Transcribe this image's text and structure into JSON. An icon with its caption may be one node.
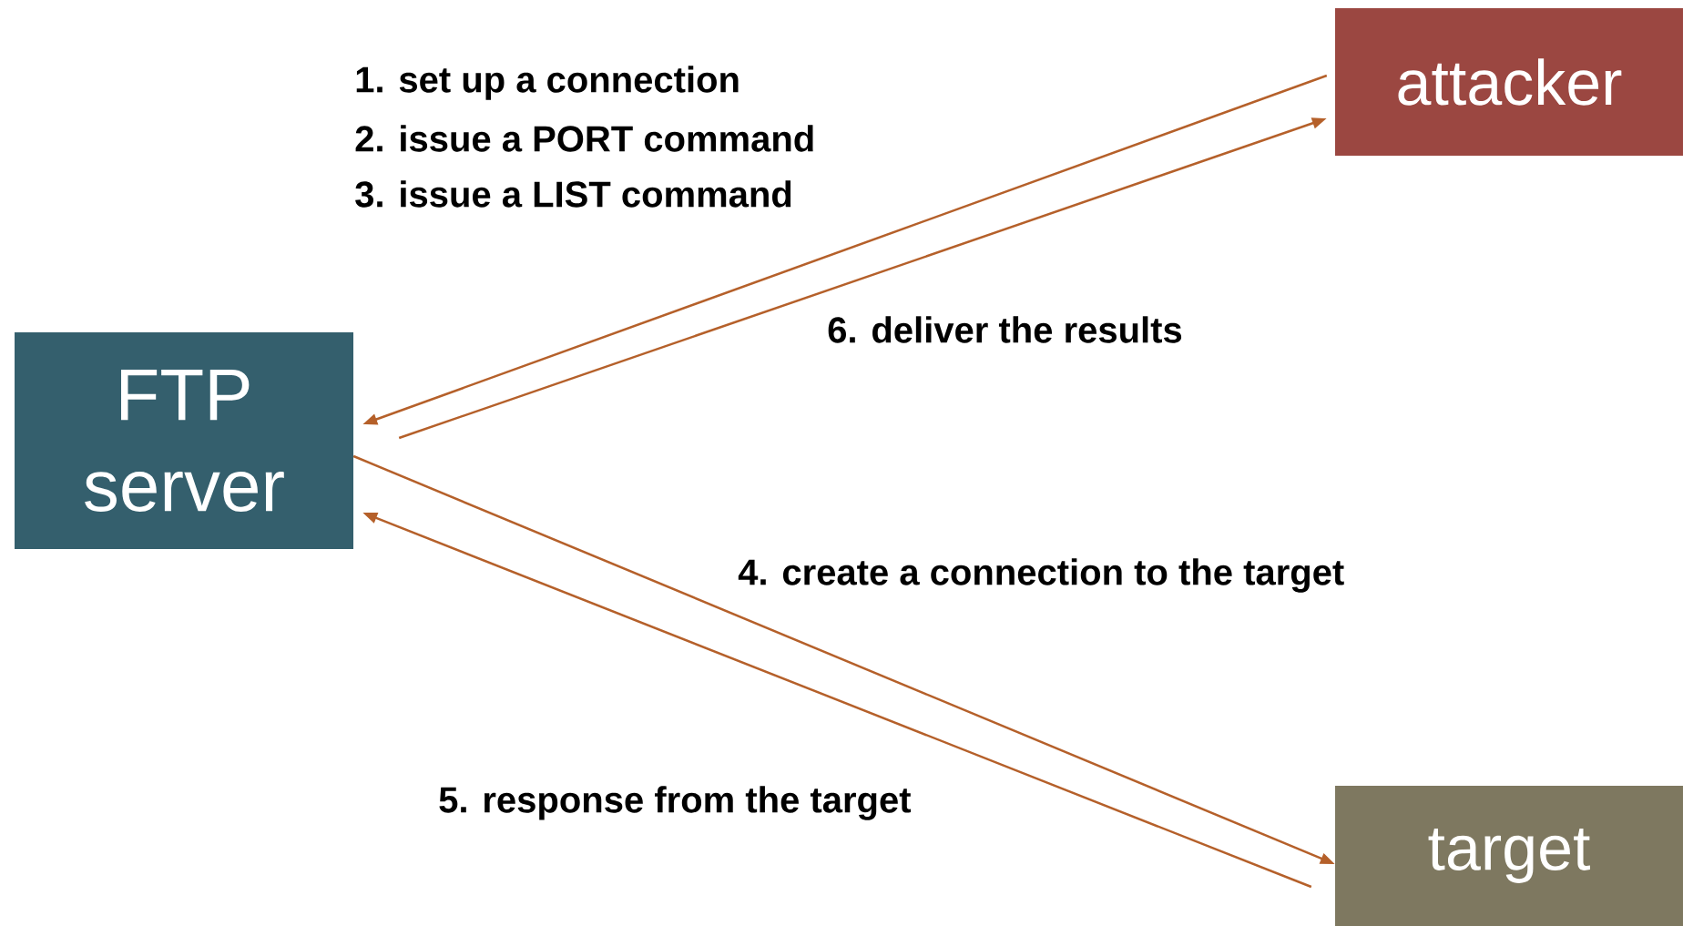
{
  "diagram": {
    "nodes": [
      {
        "text": [
          "attacker"
        ]
      },
      {
        "text": [
          "FTP server"
        ]
      },
      {
        "text": [
          "target"
        ]
      }
    ],
    "edges": [
      {
        "from": 0,
        "to": 1,
        "arrow": "to"
      },
      {
        "from": 1,
        "to": 0,
        "arrow": "to"
      },
      {
        "from": 1,
        "to": 2,
        "arrow": "to"
      },
      {
        "from": 2,
        "to": 1,
        "arrow": "to"
      }
    ],
    "labels": [
      "1. set up a connection",
      "2. issue a PORT command",
      "3. issue a LIST command",
      "6. deliver the results",
      "4. create a connection to the target",
      "5. response from the target"
    ]
  }
}
